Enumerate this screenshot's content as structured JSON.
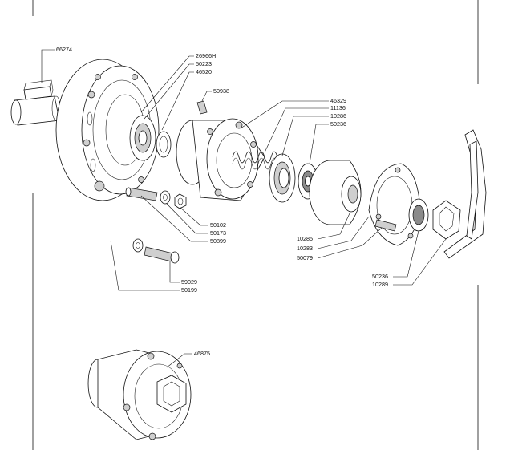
{
  "colors": {
    "ink": "#111111",
    "paper": "#ffffff",
    "shade": "#cfcfcf"
  },
  "labels": {
    "p66274": "66274",
    "p26966h": "26966H",
    "p50223": "50223",
    "p46520": "46520",
    "p50938": "50938",
    "p46329": "46329",
    "p11136": "11136",
    "p10286": "10286",
    "p50236a": "50236",
    "p50102": "50102",
    "p50173": "50173",
    "p50899": "50899",
    "p10285": "10285",
    "p10283": "10283",
    "p50079": "50079",
    "p50236b": "50236",
    "p10289": "10289",
    "p59029": "59029",
    "p50199": "50199",
    "p46875": "46875"
  }
}
